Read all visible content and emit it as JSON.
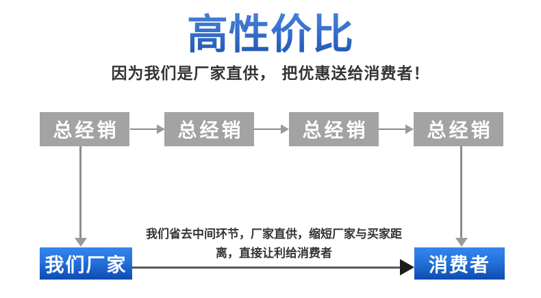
{
  "title": "高性价比",
  "subtitle": "因为我们是厂家直供， 把优惠送给消费者！",
  "flow": {
    "distributors": [
      {
        "label": "总经销"
      },
      {
        "label": "总经销"
      },
      {
        "label": "总经销"
      },
      {
        "label": "总经销"
      }
    ],
    "factory_label": "我们厂家",
    "consumer_label": "消费者",
    "note_line1": "我们省去中间环节，厂家直供，缩短厂家与买家距",
    "note_line2": "离，直接让利给消费者"
  },
  "colors": {
    "title_gradient_top": "#4f87db",
    "title_gradient_bottom": "#1c52af",
    "distributor_box": "#a3a3a3",
    "connector_gray": "#8a8a8a",
    "blue_box_top": "#3486ec",
    "blue_box_bottom": "#0e4cb0",
    "dark_arrow_line": "#565656",
    "dark_arrow_head": "#1c1c1c",
    "body_text": "#333333",
    "box_text": "#ffffff"
  }
}
